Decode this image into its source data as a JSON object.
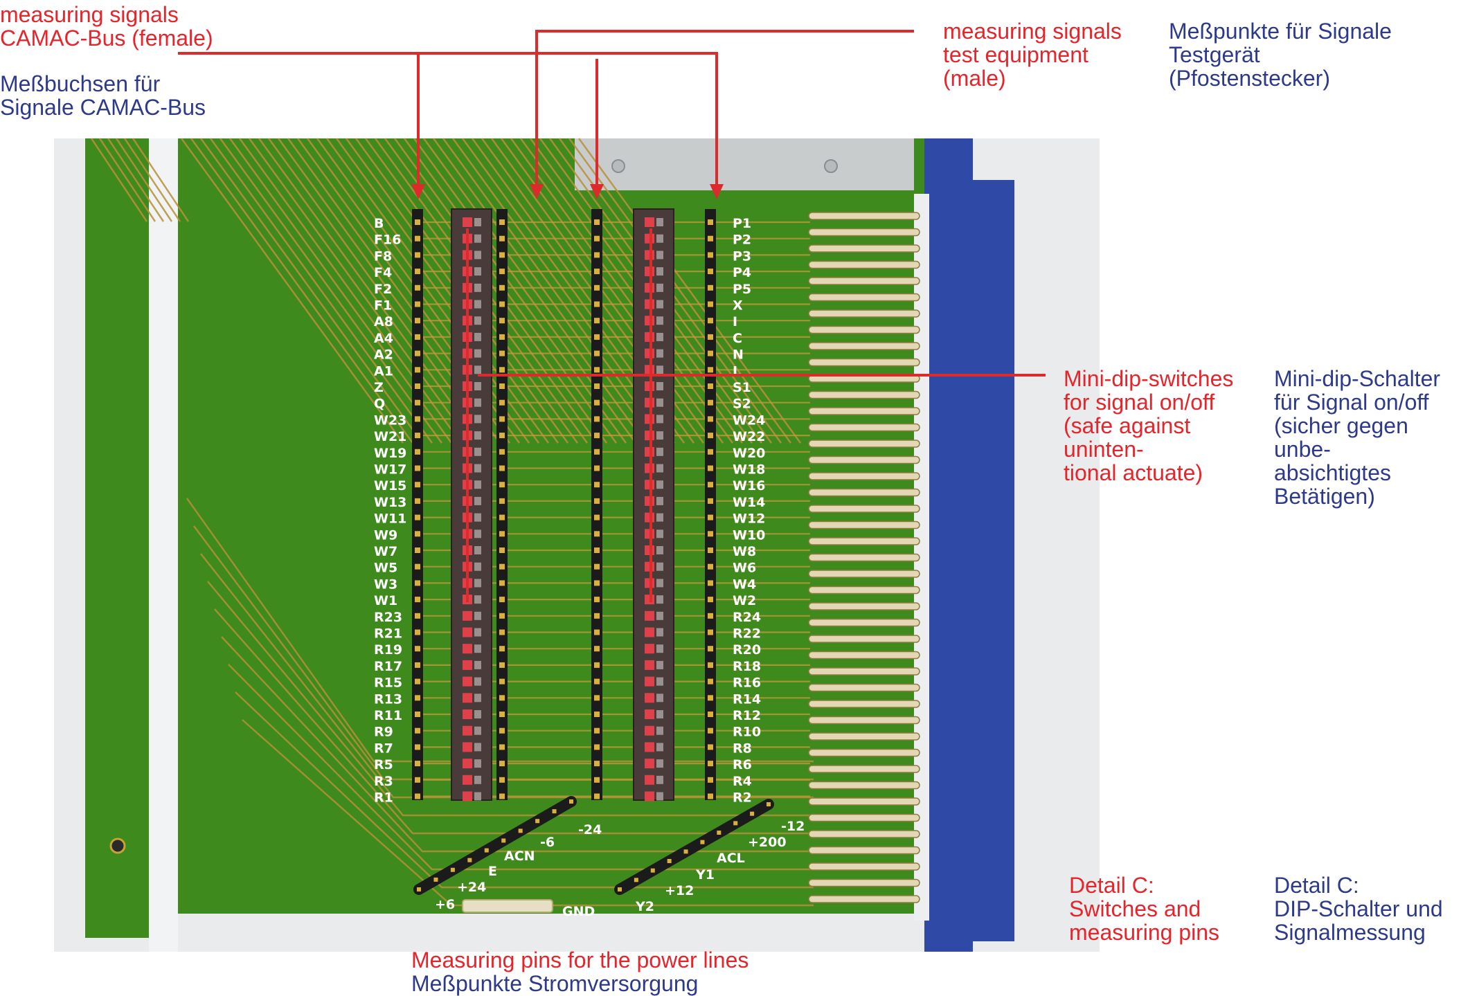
{
  "colors": {
    "english_text": "#e8242b",
    "german_text": "#2d3a8c",
    "pcb_green": "#3f8a1c",
    "connector_blue": "#2f4aa6",
    "pointer_line": "#dd2a2a"
  },
  "callouts": {
    "camac_female": {
      "en": [
        "measuring signals",
        "CAMAC-Bus (female)"
      ],
      "de": [
        "Meßbuchsen für",
        "Signale CAMAC-Bus"
      ]
    },
    "test_male": {
      "en": [
        "measuring signals",
        "test equipment",
        "(male)"
      ],
      "de": [
        "Meßpunkte für Signale",
        "Testgerät",
        "(Pfostenstecker)"
      ]
    },
    "dip_switches": {
      "en": [
        "Mini-dip-switches",
        "for signal on/off",
        "(safe against",
        "uninten-",
        "tional actuate)"
      ],
      "de": [
        "Mini-dip-Schalter",
        "für Signal on/off",
        "(sicher gegen",
        "unbe-",
        "absichtigtes",
        "Betätigen)"
      ]
    },
    "detail_c": {
      "en": [
        "Detail C:",
        "Switches and",
        "measuring pins"
      ],
      "de": [
        "Detail C:",
        "DIP-Schalter und",
        "Signalmessung"
      ]
    },
    "power_pins": {
      "en": [
        "Measuring pins for the power lines"
      ],
      "de": [
        "Meßpunkte Stromversorgung"
      ]
    }
  },
  "board": {
    "left_signal_labels": [
      "B",
      "F16",
      "F8",
      "F4",
      "F2",
      "F1",
      "A8",
      "A4",
      "A2",
      "A1",
      "Z",
      "Q",
      "W23",
      "W21",
      "W19",
      "W17",
      "W15",
      "W13",
      "W11",
      "W9",
      "W7",
      "W5",
      "W3",
      "W1",
      "R23",
      "R21",
      "R19",
      "R17",
      "R15",
      "R13",
      "R11",
      "R9",
      "R7",
      "R5",
      "R3",
      "R1"
    ],
    "right_signal_labels": [
      "P1",
      "P2",
      "P3",
      "P4",
      "P5",
      "X",
      "I",
      "C",
      "N",
      "L",
      "S1",
      "S2",
      "W24",
      "W22",
      "W20",
      "W18",
      "W16",
      "W14",
      "W12",
      "W10",
      "W8",
      "W6",
      "W4",
      "W2",
      "R24",
      "R22",
      "R20",
      "R18",
      "R16",
      "R14",
      "R12",
      "R10",
      "R8",
      "R6",
      "R4",
      "R2"
    ],
    "power_labels_left": [
      "-24",
      "-6",
      "ACN",
      "E",
      "+24",
      "+6",
      "GND"
    ],
    "power_labels_right": [
      "-12",
      "+200",
      "ACL",
      "Y1",
      "+12",
      "Y2"
    ]
  }
}
